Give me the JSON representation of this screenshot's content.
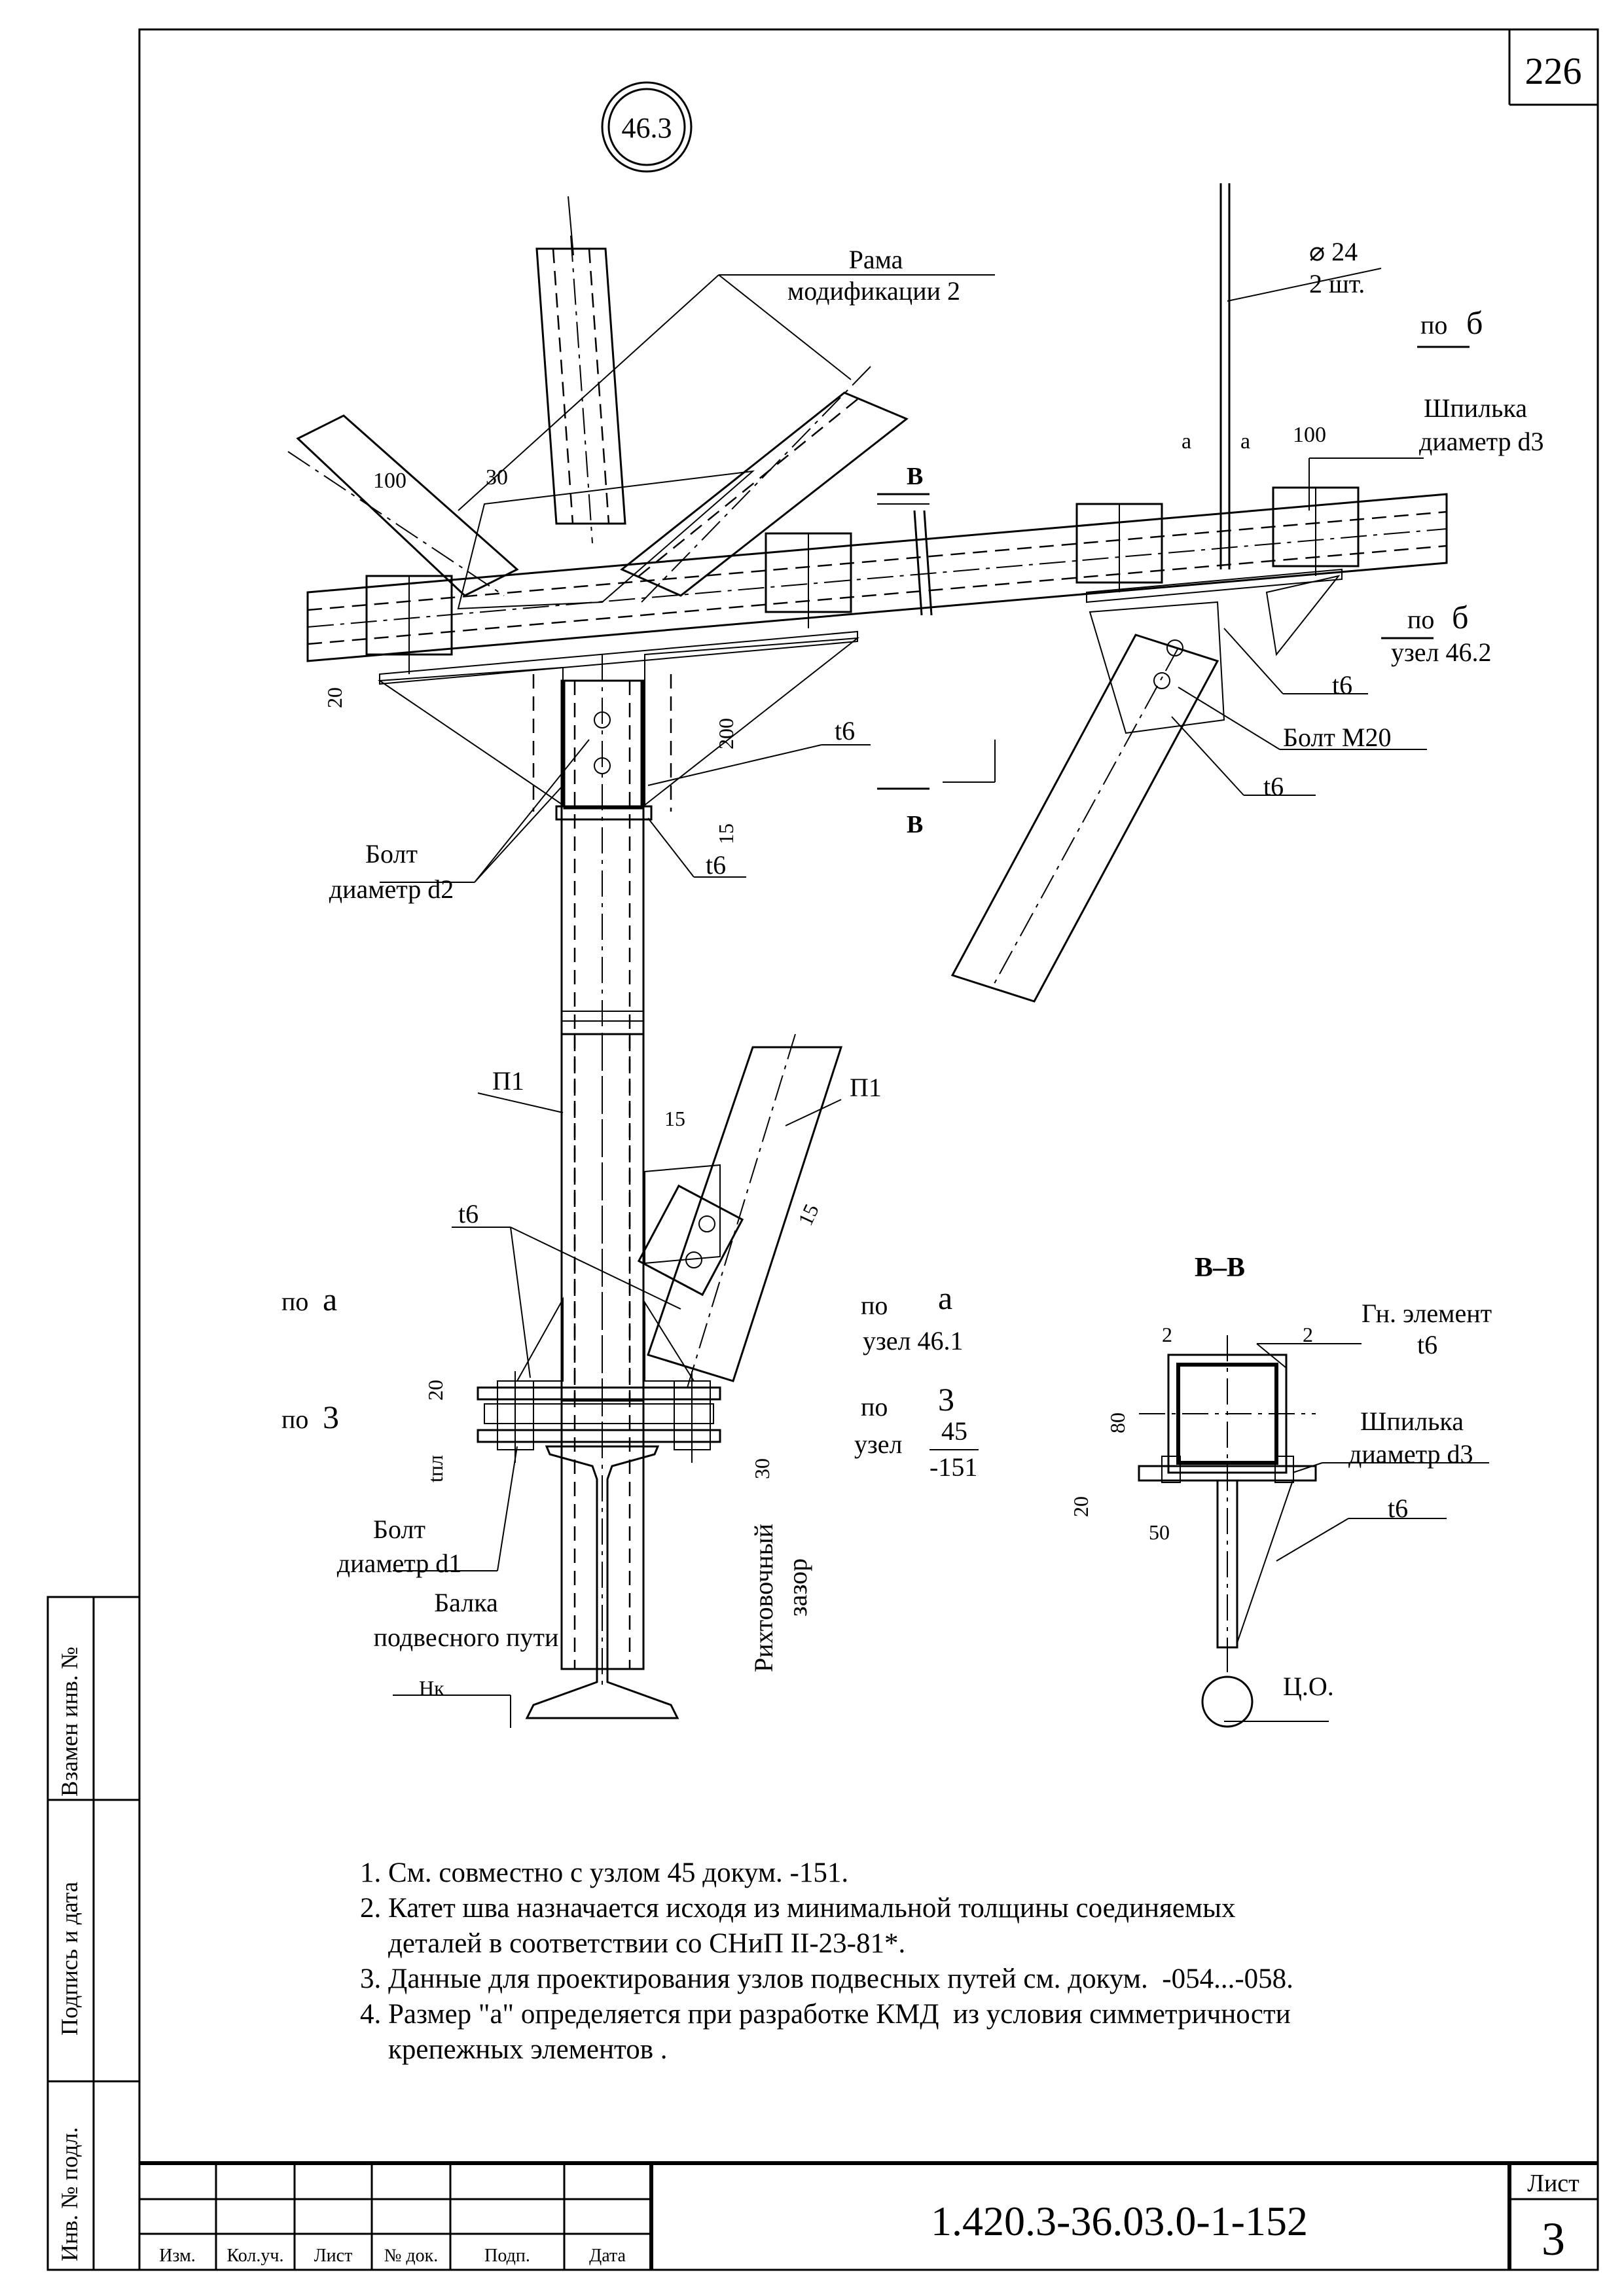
{
  "sheet_number": "226",
  "node_mark": "46.3",
  "labels": {
    "frame_line1": "Рама",
    "frame_line2": "модификации 2",
    "diam_24": "⌀ 24",
    "qty_2": "2 шт.",
    "po_b_top_prefix": "по",
    "po_b_top_letter": "б",
    "stud_line1": "Шпилька",
    "stud_line2": "диаметр d3",
    "dim_a1": "a",
    "dim_a2": "a",
    "dim_100_right": "100",
    "dim_100_left": "100",
    "dim_30": "30",
    "section_V_top": "В",
    "section_V_bottom": "В",
    "po_b_mid_prefix": "по",
    "po_b_mid_letter": "б",
    "node_46_2": "узел 46.2",
    "t6_a": "t6",
    "bolt_m20": "Болт М20",
    "t6_b": "t6",
    "dim_20_left": "20",
    "dim_200": "200",
    "t6_c": "t6",
    "dim_15_a": "15",
    "t6_d": "t6",
    "bolt_d2_line1": "Болт",
    "bolt_d2_line2": "диаметр d2",
    "p1_left": "П1",
    "p1_right": "П1",
    "dim_15_b": "15",
    "dim_15_c": "15",
    "t6_e": "t6",
    "po_a_left_prefix": "по",
    "po_a_left_letter": "а",
    "po_3_left_prefix": "по",
    "po_3_left_letter": "3",
    "dim_20_b": "20",
    "tpl": "tпл",
    "po_a_right_prefix": "по",
    "po_a_right_letter": "а",
    "node_46_1": "узел 46.1",
    "po_3_right_prefix": "по",
    "po_3_right_letter": "3",
    "node_45_label": "узел",
    "node_45_num": "45",
    "node_45_den": "-151",
    "dim_30_b": "30",
    "bolt_d1_line1": "Болт",
    "bolt_d1_line2": "диаметр d1",
    "beam_line1": "Балка",
    "beam_line2": "подвесного пути",
    "gap_line1": "Рихтовочный",
    "gap_line2": "зазор",
    "hk": "Нк",
    "section_title": "В–В",
    "rect_element_line1": "Гн. элемент",
    "rect_element_line2": "t6",
    "dim_2_left": "2",
    "dim_2_right": "2",
    "dim_80": "80",
    "stud2_line1": "Шпилька",
    "stud2_line2": "диаметр d3",
    "dim_20_c": "20",
    "t6_f": "t6",
    "dim_50": "50",
    "co": "Ц.О."
  },
  "notes": [
    "1. См. совместно с узлом 45 докум. -151.",
    "2. Катет шва назначается исходя из минимальной толщины соединяемых",
    "    деталей в соответствии со СНиП II-23-81*.",
    "3. Данные для проектирования узлов подвесных путей см. докум.  -054...-058.",
    "4. Размер \"а\" определяется при разработке КМД  из условия симметричности",
    "    крепежных элементов ."
  ],
  "side_stamp": {
    "inv_replace": "Взамен инв. №",
    "sign_date": "Подпись и дата",
    "inv_orig": "Инв. № подл."
  },
  "title_block": {
    "headers": [
      "Изм.",
      "Кол.уч.",
      "Лист",
      "№ док.",
      "Подп.",
      "Дата"
    ],
    "document_code": "1.420.3-36.03.0-1-152",
    "sheet_label": "Лист",
    "sheet_no": "3"
  }
}
